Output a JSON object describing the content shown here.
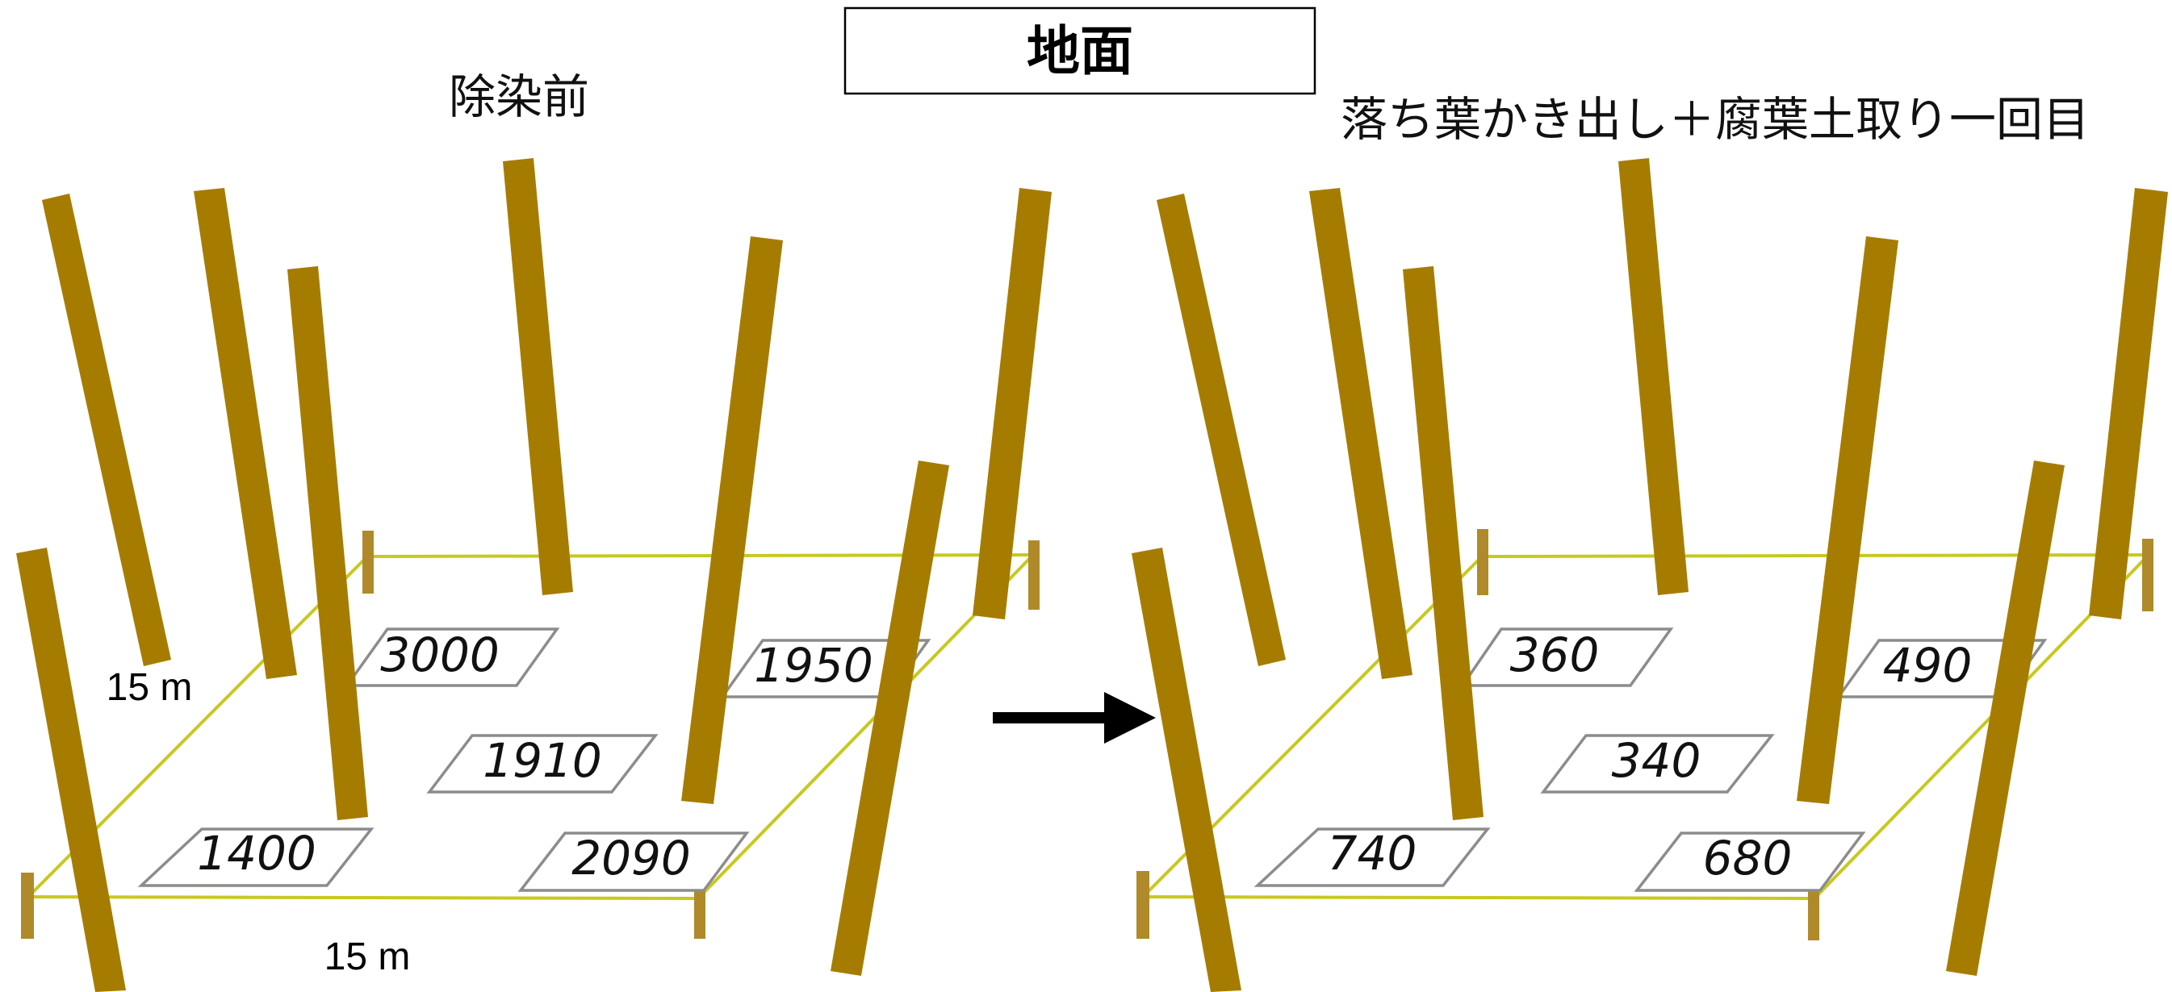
{
  "title": "地面",
  "panels": [
    {
      "id": "before",
      "heading": "除染前",
      "plots": [
        {
          "id": "back-left",
          "value": "3000"
        },
        {
          "id": "back-right",
          "value": "1950"
        },
        {
          "id": "center",
          "value": "1910"
        },
        {
          "id": "front-left",
          "value": "1400"
        },
        {
          "id": "front-right",
          "value": "2090"
        }
      ],
      "dimension_side": "15 m",
      "dimension_front": "15 m"
    },
    {
      "id": "after",
      "heading": "落ち葉かき出し＋腐葉土取り一回目",
      "plots": [
        {
          "id": "back-left",
          "value": "360"
        },
        {
          "id": "back-right",
          "value": "490"
        },
        {
          "id": "center",
          "value": "340"
        },
        {
          "id": "front-left",
          "value": "740"
        },
        {
          "id": "front-right",
          "value": "680"
        }
      ]
    }
  ],
  "colors": {
    "trunk": "#A67C00",
    "boundary_line": "#C8C820",
    "stake": "#B08A2A",
    "plot_outline": "#8C8C8C",
    "arrow": "#000000"
  }
}
